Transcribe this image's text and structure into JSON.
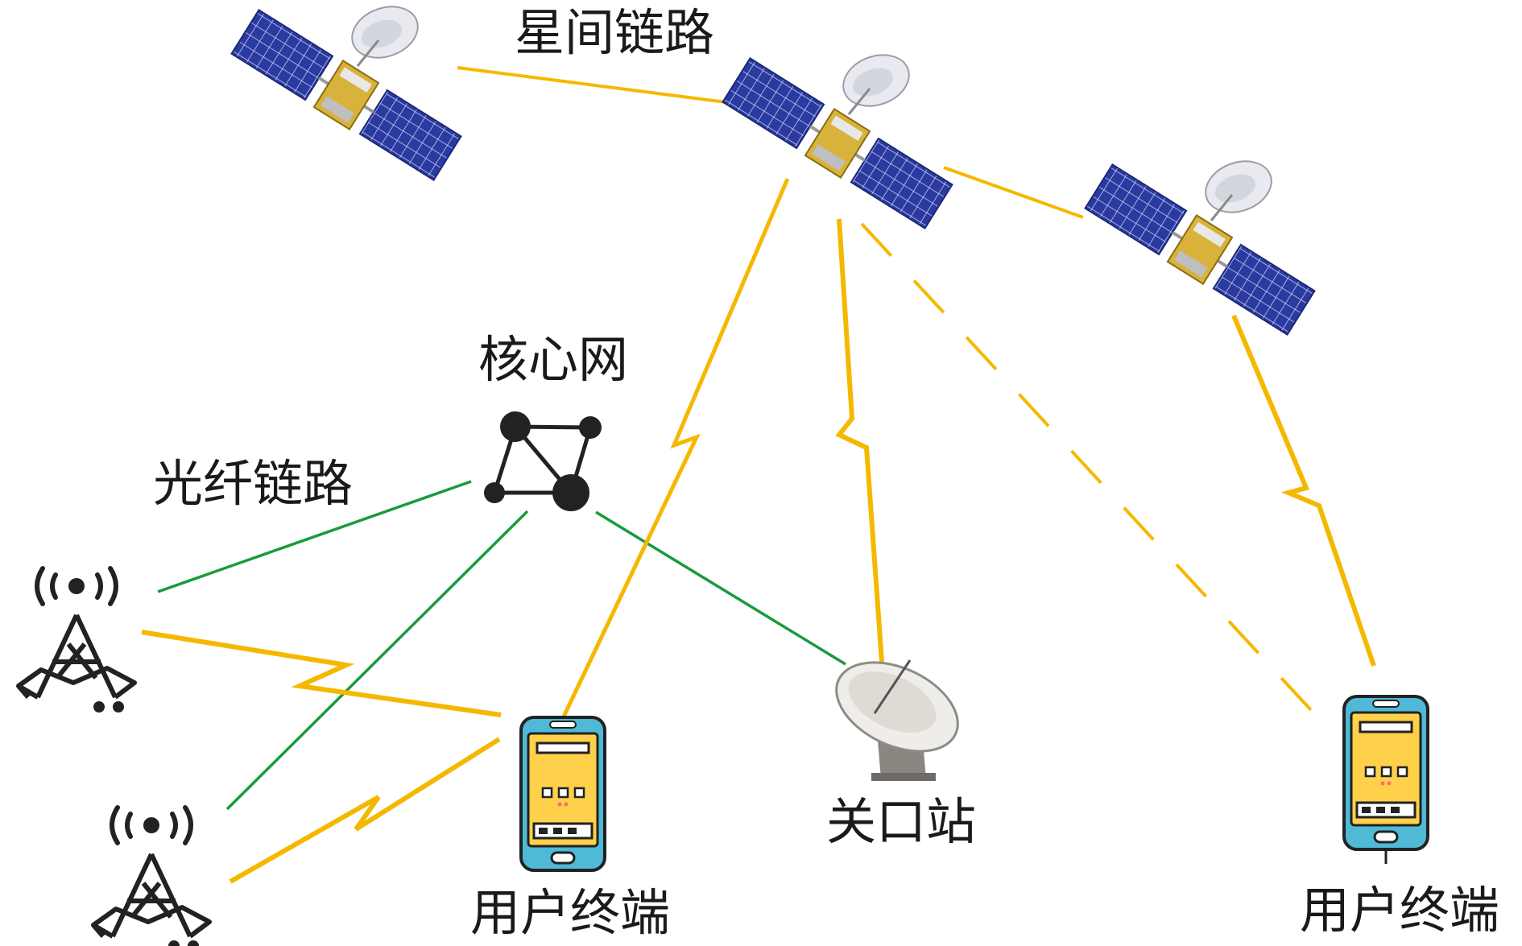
{
  "labels": {
    "inter_satellite_link": "星间链路",
    "core_network": "核心网",
    "fiber_link": "光纤链路",
    "gateway_station": "关口站",
    "user_terminal_left": "用户终端",
    "user_terminal_right": "用户终端"
  },
  "icons": [
    "satellite-icon",
    "network-graph-icon",
    "cell-tower-icon",
    "satellite-dish-icon",
    "smartphone-icon"
  ],
  "colors": {
    "satellite_link": "#f5b800",
    "fiber_link": "#1a9a3c",
    "solar_panel": "#2b3a9e",
    "phone_body": "#ffd04a",
    "phone_frame": "#4fb9d6",
    "text": "#1a1a1a"
  }
}
